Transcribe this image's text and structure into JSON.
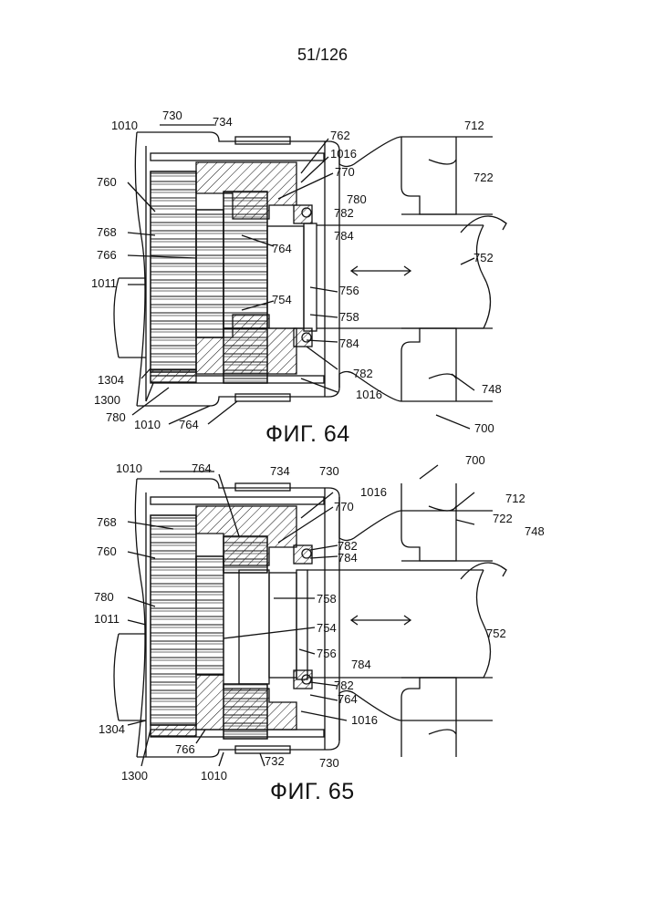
{
  "page": {
    "number": "51/126"
  },
  "figures": [
    {
      "caption": "ФИГ. 64",
      "labels": [
        "1010",
        "730",
        "734",
        "762",
        "712",
        "1016",
        "770",
        "722",
        "760",
        "780",
        "782",
        "768",
        "764",
        "784",
        "766",
        "752",
        "1011",
        "754",
        "756",
        "758",
        "784",
        "1304",
        "782",
        "1300",
        "1016",
        "748",
        "780",
        "1010",
        "764",
        "700"
      ]
    },
    {
      "caption": "ФИГ. 65",
      "labels": [
        "1010",
        "764",
        "734",
        "730",
        "700",
        "1016",
        "770",
        "712",
        "768",
        "722",
        "748",
        "782",
        "784",
        "760",
        "758",
        "780",
        "1011",
        "754",
        "752",
        "756",
        "784",
        "782",
        "764",
        "1304",
        "1016",
        "766",
        "732",
        "730",
        "1300",
        "1010"
      ]
    }
  ]
}
